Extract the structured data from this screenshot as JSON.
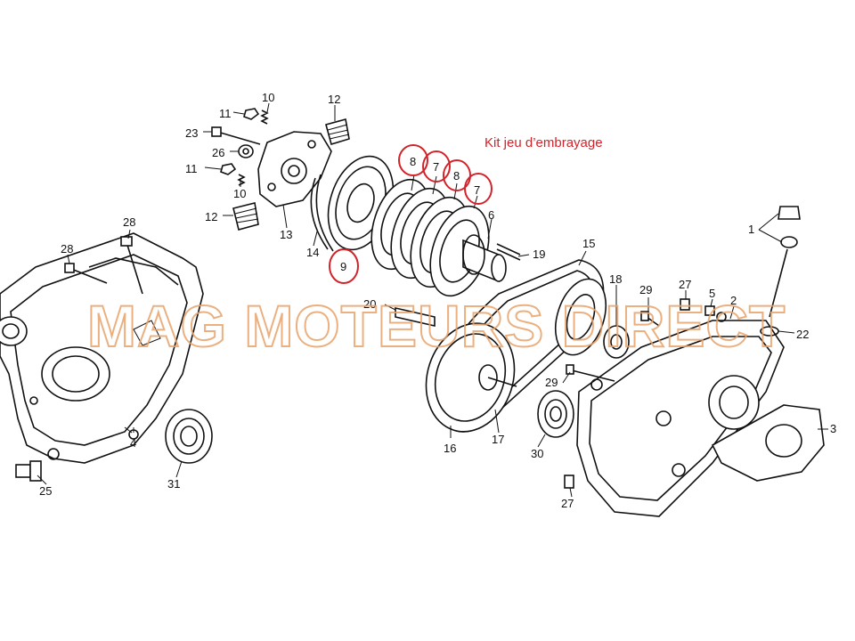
{
  "annotation": {
    "text": "Kit jeu d’embrayage",
    "color": "#d2232a"
  },
  "watermark": {
    "text": "MAG MOTEURS DIRECT",
    "color": "#e8a36a"
  },
  "callouts": {
    "c10a": "10",
    "c11a": "11",
    "c23": "23",
    "c26": "26",
    "c11b": "11",
    "c10b": "10",
    "c12a": "12",
    "c12b": "12",
    "c13": "13",
    "c14": "14",
    "c9": "9",
    "c8a": "8",
    "c7a": "7",
    "c8b": "8",
    "c7b": "7",
    "c6": "6",
    "c19": "19",
    "c15": "15",
    "c28a": "28",
    "c28b": "28",
    "c20": "20",
    "c29a": "29",
    "c27a": "27",
    "c5": "5",
    "c2": "2",
    "c1": "1",
    "c22": "22",
    "c18": "18",
    "c29b": "29",
    "c4": "4",
    "c31": "31",
    "c25": "25",
    "c16": "16",
    "c17": "17",
    "c30": "30",
    "c3": "3",
    "c27b": "27"
  }
}
